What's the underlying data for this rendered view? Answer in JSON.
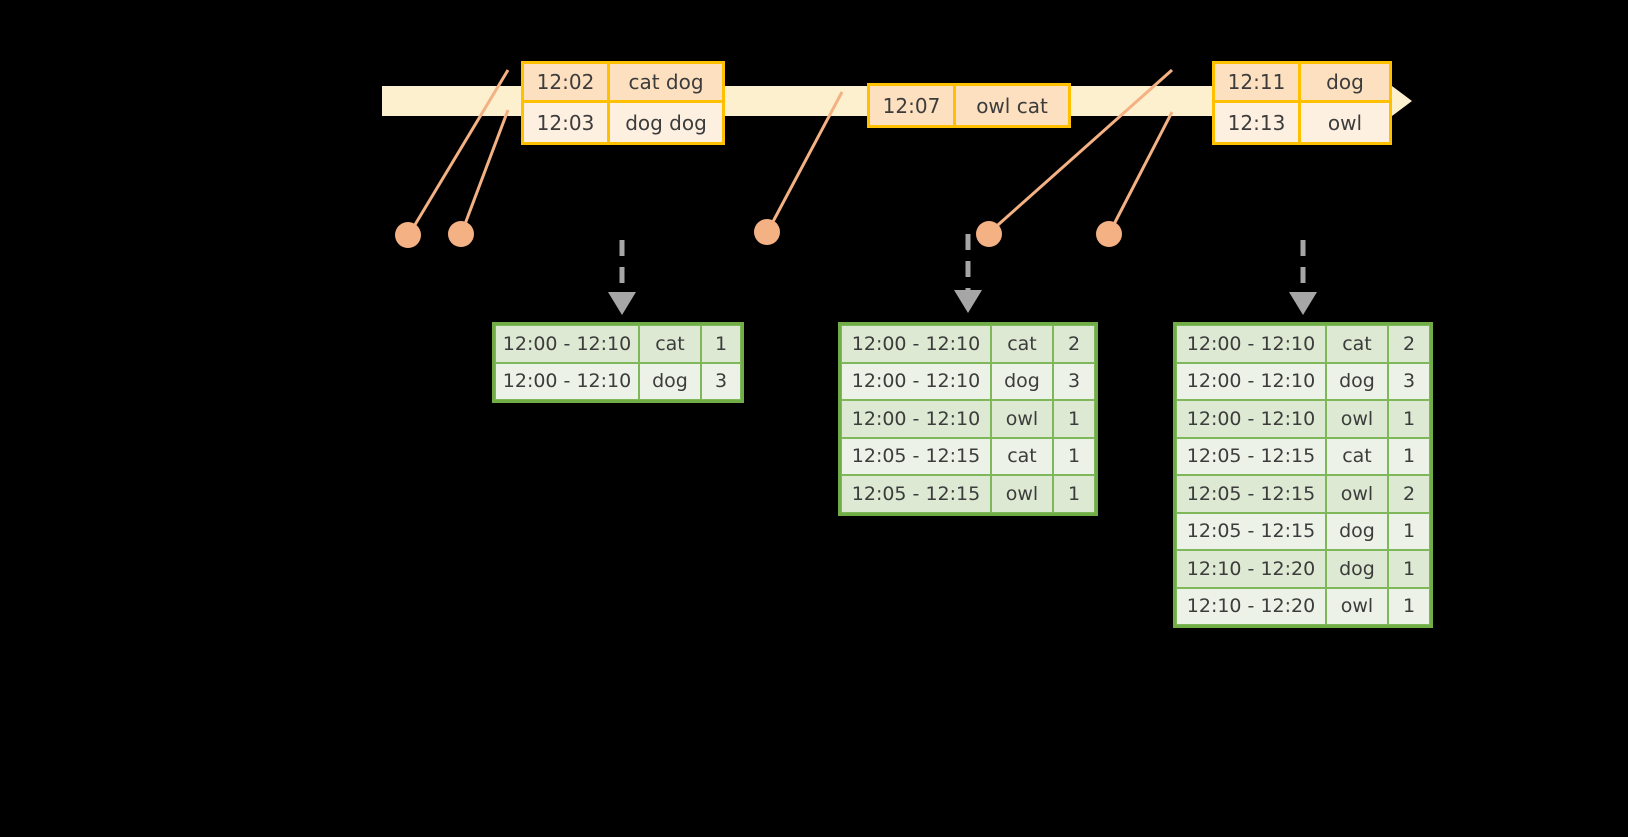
{
  "diagram": {
    "title": "Windowed word-count stream processing diagram",
    "colors": {
      "background": "#000000",
      "timeline_fill": "#FDF0CF",
      "event_border": "#FFC000",
      "event_fill_dark": "#FCE0C0",
      "event_fill_light": "#FDF0E1",
      "connector": "#F4B183",
      "dot": "#F4B183",
      "table_border": "#70AD47",
      "table_row_odd": "#DDE9D2",
      "table_row_even": "#EDF2E8",
      "dashed_arrow": "#A6A6A6",
      "text": "#3C3C3C"
    }
  },
  "timeline": {
    "name": "event-stream-timeline",
    "direction": "left-to-right",
    "arrowhead": "right"
  },
  "event_groups": [
    {
      "id": "group-1",
      "rows": [
        {
          "time": "12:02",
          "words": "cat dog"
        },
        {
          "time": "12:03",
          "words": "dog dog"
        }
      ],
      "dots": 2
    },
    {
      "id": "group-2",
      "rows": [
        {
          "time": "12:07",
          "words": "owl cat"
        }
      ],
      "dots": 1
    },
    {
      "id": "group-3",
      "rows": [
        {
          "time": "12:11",
          "words": "dog"
        },
        {
          "time": "12:13",
          "words": "owl"
        }
      ],
      "dots": 2
    }
  ],
  "result_tables": [
    {
      "id": "result-table-1",
      "rows": [
        {
          "window": "12:00 - 12:10",
          "word": "cat",
          "count": "1"
        },
        {
          "window": "12:00 - 12:10",
          "word": "dog",
          "count": "3"
        }
      ]
    },
    {
      "id": "result-table-2",
      "rows": [
        {
          "window": "12:00 - 12:10",
          "word": "cat",
          "count": "2"
        },
        {
          "window": "12:00 - 12:10",
          "word": "dog",
          "count": "3"
        },
        {
          "window": "12:00 - 12:10",
          "word": "owl",
          "count": "1"
        },
        {
          "window": "12:05 - 12:15",
          "word": "cat",
          "count": "1"
        },
        {
          "window": "12:05 - 12:15",
          "word": "owl",
          "count": "1"
        }
      ]
    },
    {
      "id": "result-table-3",
      "rows": [
        {
          "window": "12:00 - 12:10",
          "word": "cat",
          "count": "2"
        },
        {
          "window": "12:00 - 12:10",
          "word": "dog",
          "count": "3"
        },
        {
          "window": "12:00 - 12:10",
          "word": "owl",
          "count": "1"
        },
        {
          "window": "12:05 - 12:15",
          "word": "cat",
          "count": "1"
        },
        {
          "window": "12:05 - 12:15",
          "word": "owl",
          "count": "2"
        },
        {
          "window": "12:05 - 12:15",
          "word": "dog",
          "count": "1"
        },
        {
          "window": "12:10 - 12:20",
          "word": "dog",
          "count": "1"
        },
        {
          "window": "12:10 - 12:20",
          "word": "owl",
          "count": "1"
        }
      ]
    }
  ]
}
